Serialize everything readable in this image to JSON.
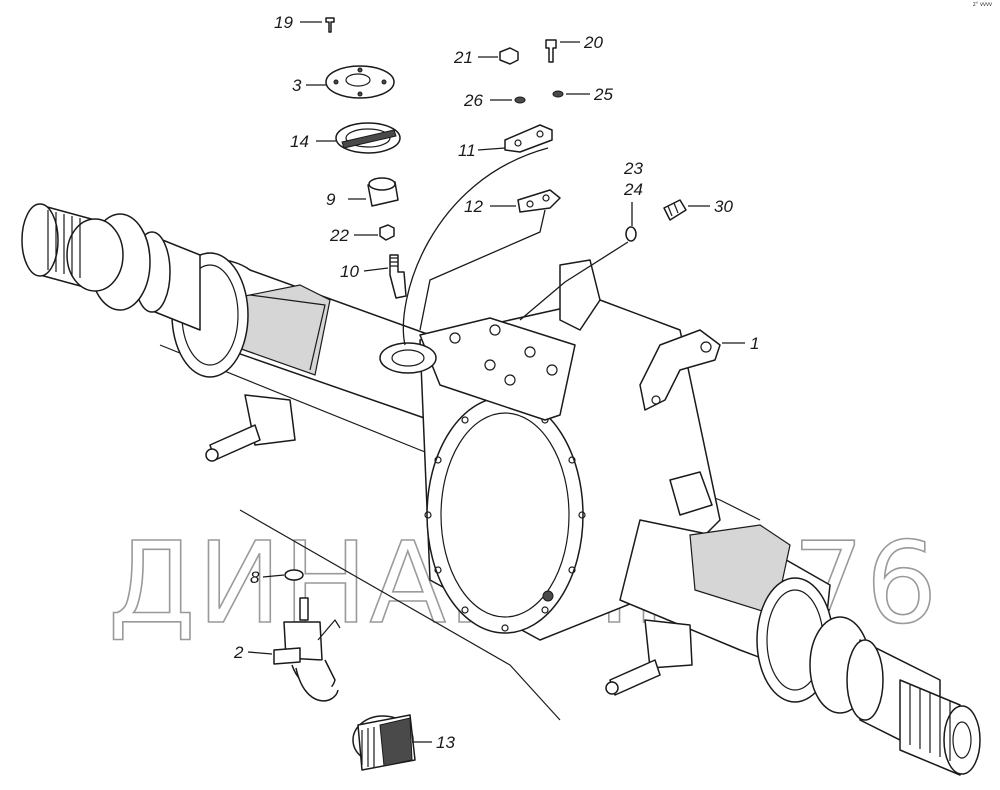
{
  "diagram": {
    "corner_mark": "z° vvvv",
    "watermark": "ДИНАМИКА76",
    "labels": {
      "l19": "19",
      "l20": "20",
      "l21": "21",
      "l3": "3",
      "l26": "26",
      "l25": "25",
      "l14": "14",
      "l11": "11",
      "l23": "23",
      "l24": "24",
      "l9": "9",
      "l12": "12",
      "l30": "30",
      "l22": "22",
      "l10": "10",
      "l1": "1",
      "l8": "8",
      "l2": "2",
      "l13": "13"
    }
  }
}
